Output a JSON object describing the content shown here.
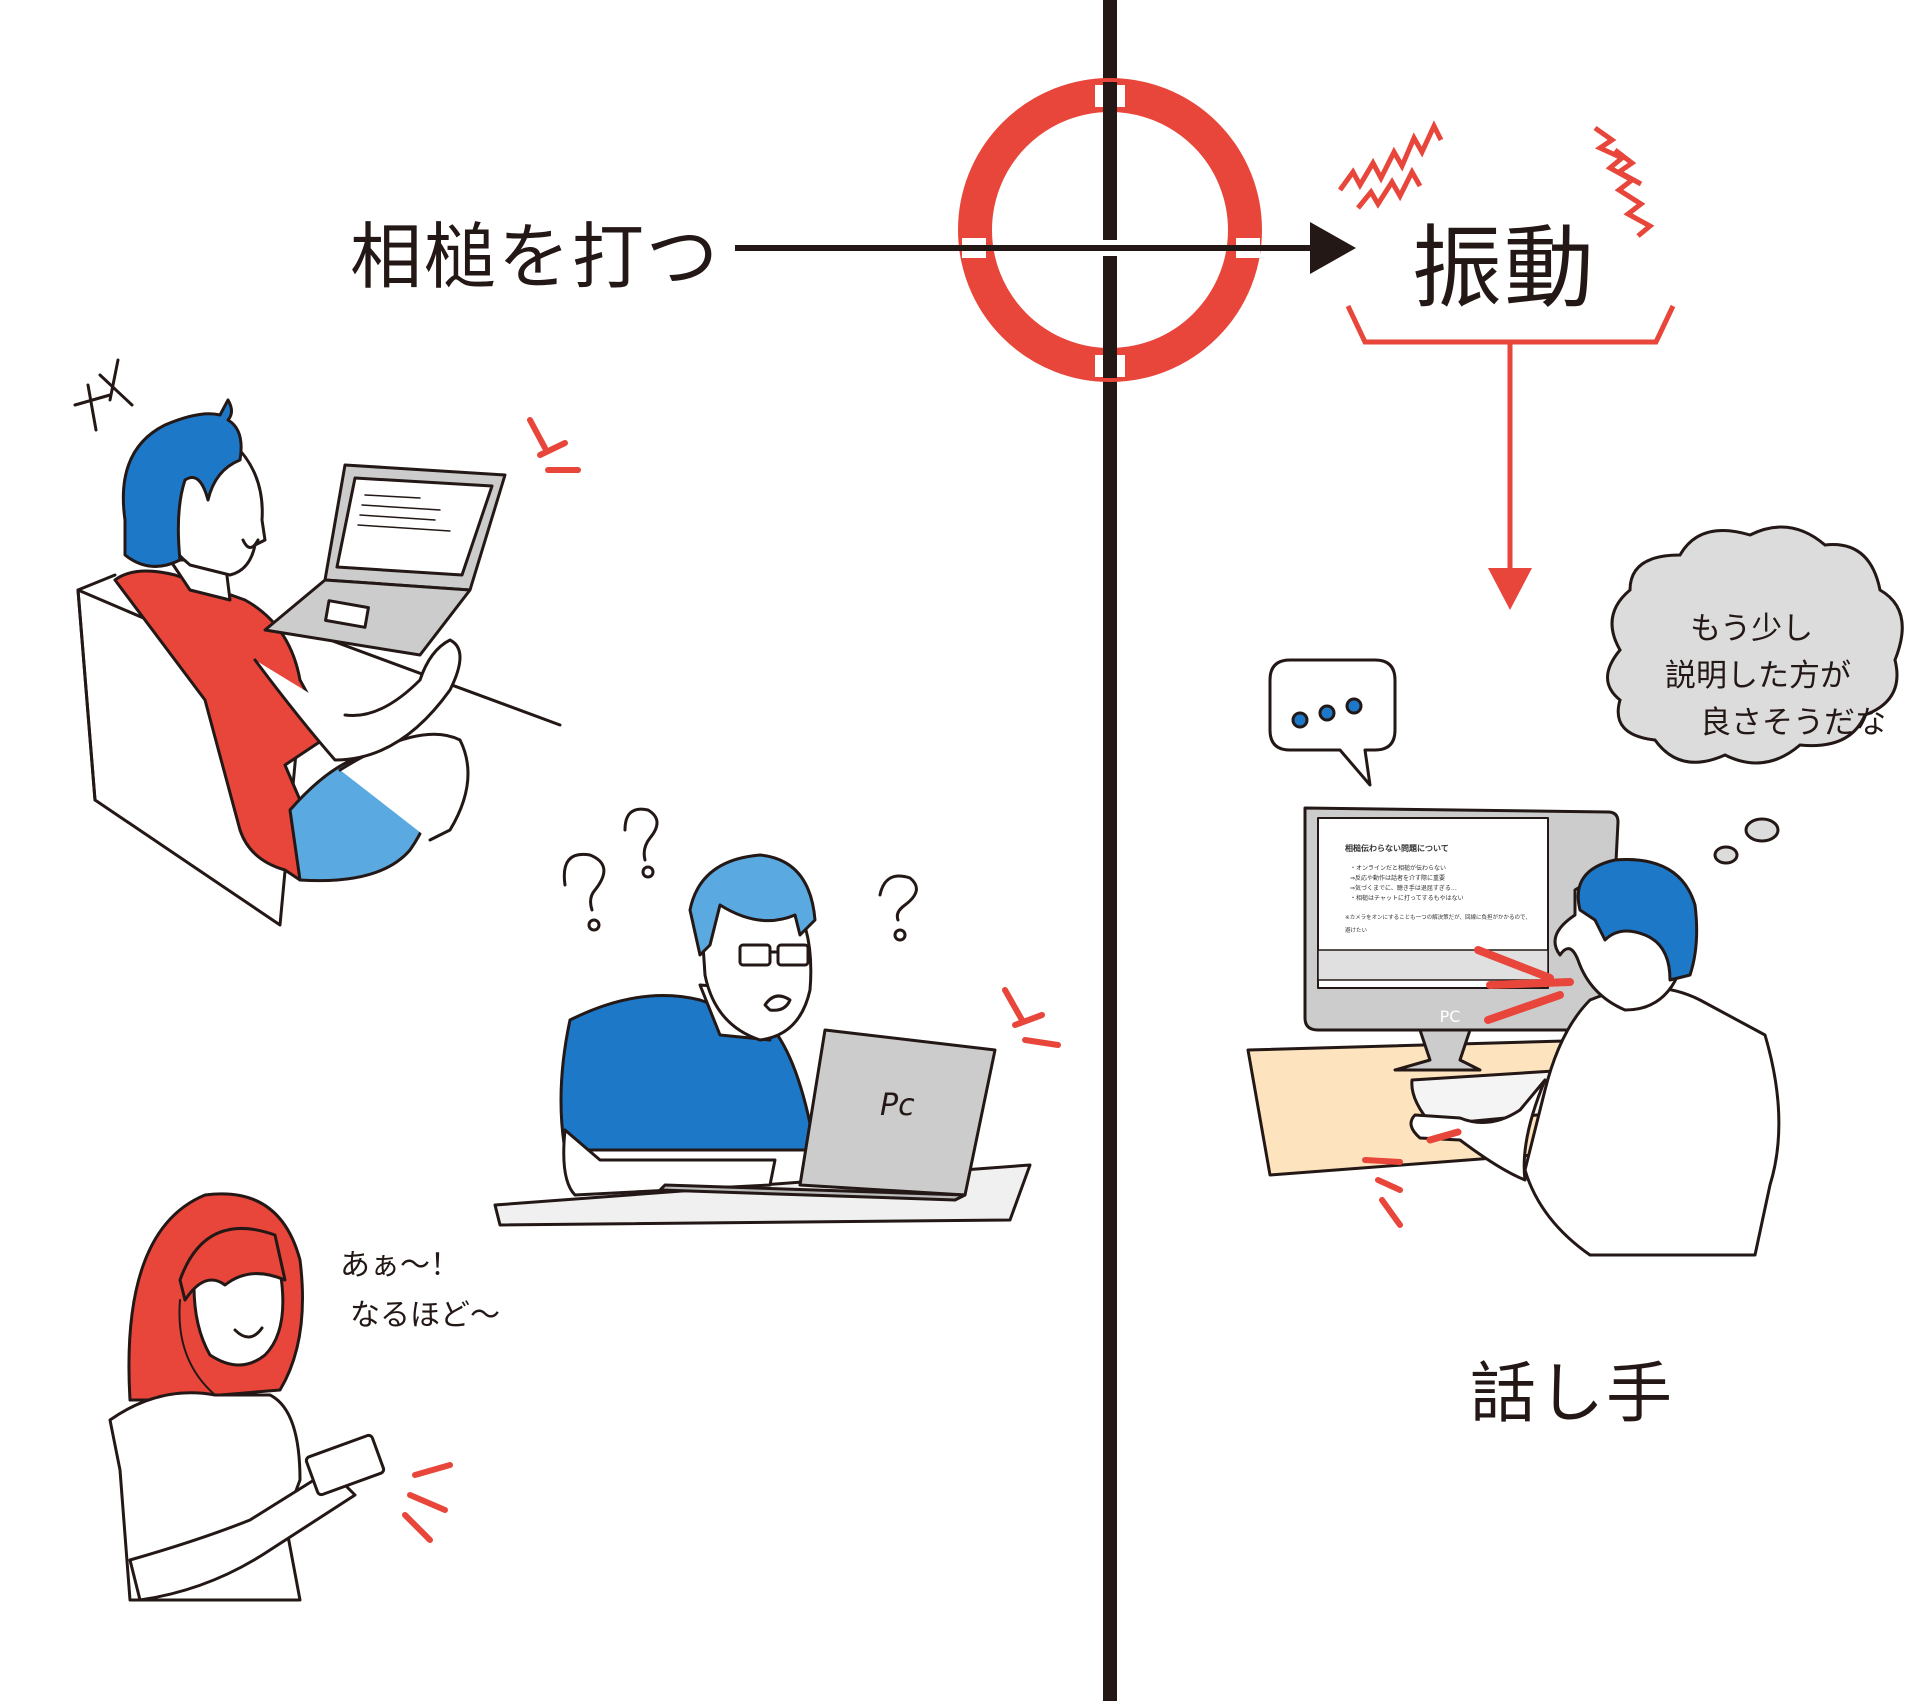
{
  "labels": {
    "action": "相槌を打つ",
    "result": "振動",
    "speaker": "話し手"
  },
  "speech": {
    "listener_woman": [
      "あぁ〜！",
      "なるほど〜"
    ]
  },
  "thought": {
    "speaker_thought": [
      "もう少し",
      "説明した方が",
      "良さそうだな"
    ]
  },
  "screen": {
    "heading": "相槌伝わらない問題について",
    "lines": [
      "・オンラインだと相槌が伝わらない",
      "⇒反応や動作は話者を介す際に重要",
      "⇒気づくまでに、聴き手は退屈すぎる…",
      "・相槌はチャットに打ってするもやはない",
      "※カメラをオンにすることも一つの解決策だが、回線に負担がかかるので、避けたい"
    ]
  },
  "pc_logo": "PC",
  "colors": {
    "red": "#E8463B",
    "blue": "#1E78C8",
    "light_blue": "#5AA9E0",
    "ink": "#231815",
    "desk": "#FDE4BE",
    "laptop_gray": "#CCCCCC",
    "cloud_gray": "#DCDCDC"
  }
}
